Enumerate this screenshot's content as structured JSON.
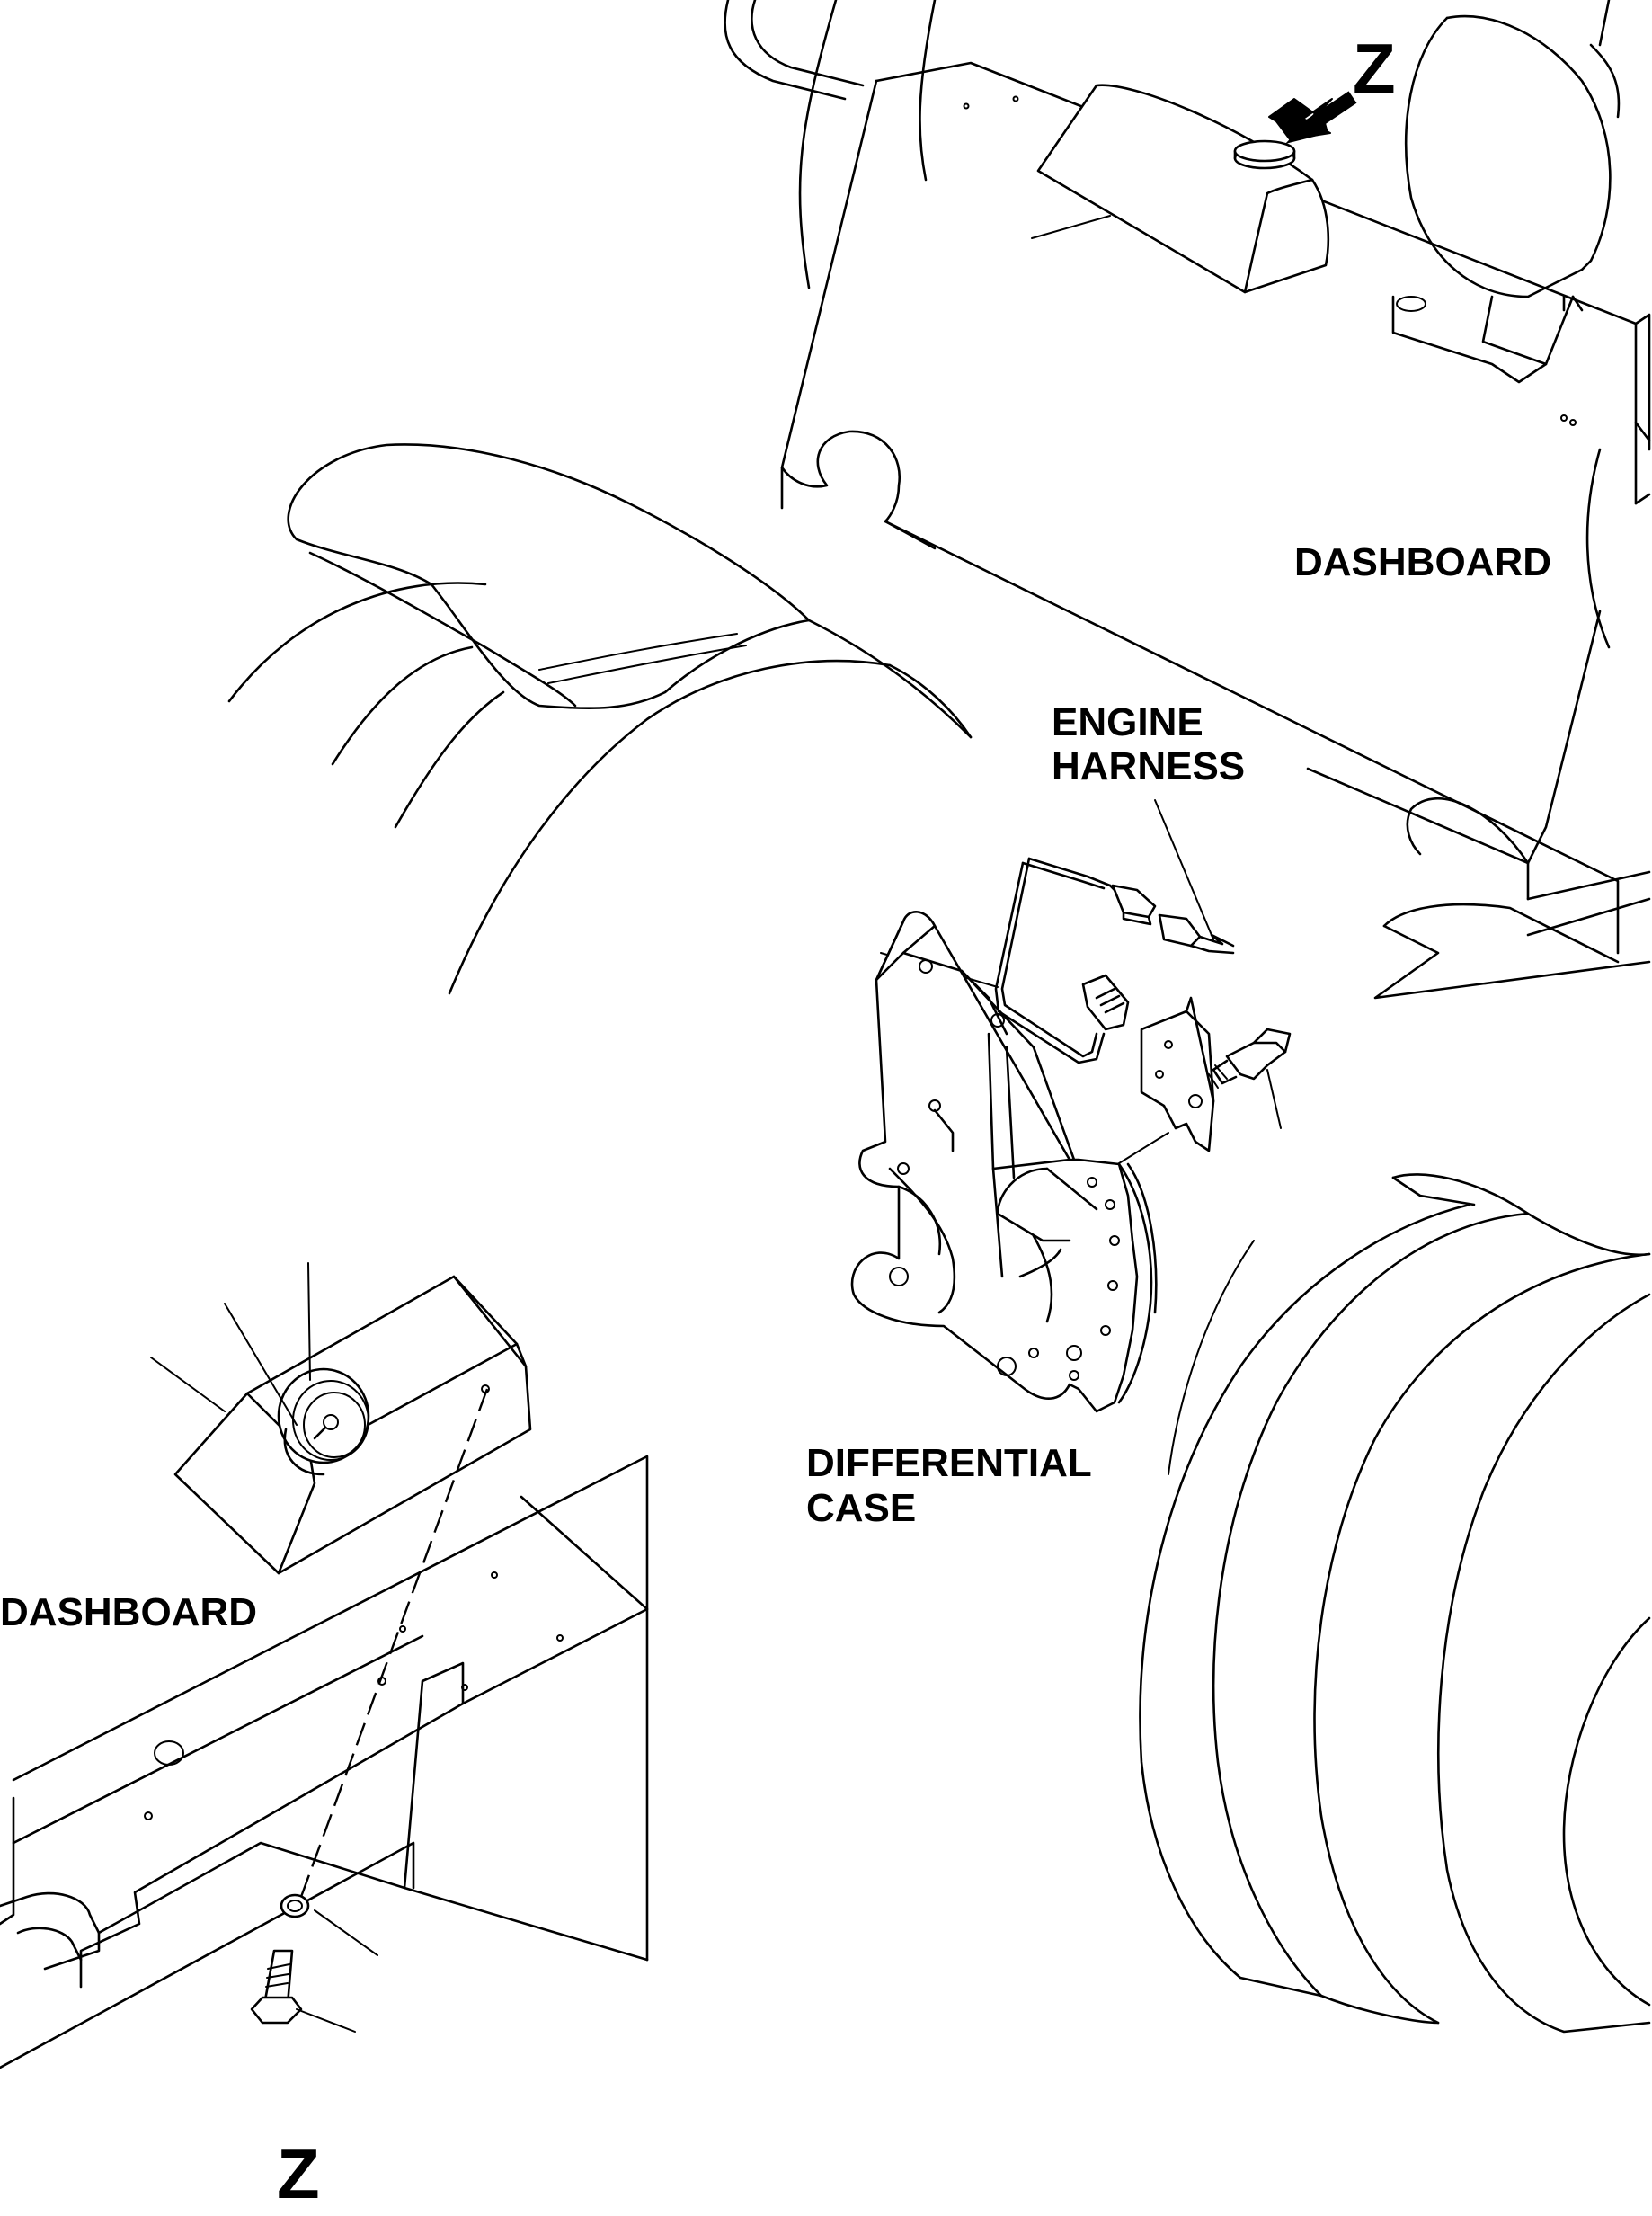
{
  "labels": {
    "z_top": "Z",
    "dashboard_top": "DASHBOARD",
    "engine_harness_line1": "ENGINE",
    "engine_harness_line2": "HARNESS",
    "differential_case_line1": "DIFFERENTIAL",
    "differential_case_line2": "CASE",
    "dashboard_bottom": "DASHBOARD",
    "z_bottom": "Z"
  },
  "icons": {
    "view_arrow": "arrow-down-left-icon"
  },
  "colors": {
    "line": "#000000",
    "background": "#ffffff"
  }
}
